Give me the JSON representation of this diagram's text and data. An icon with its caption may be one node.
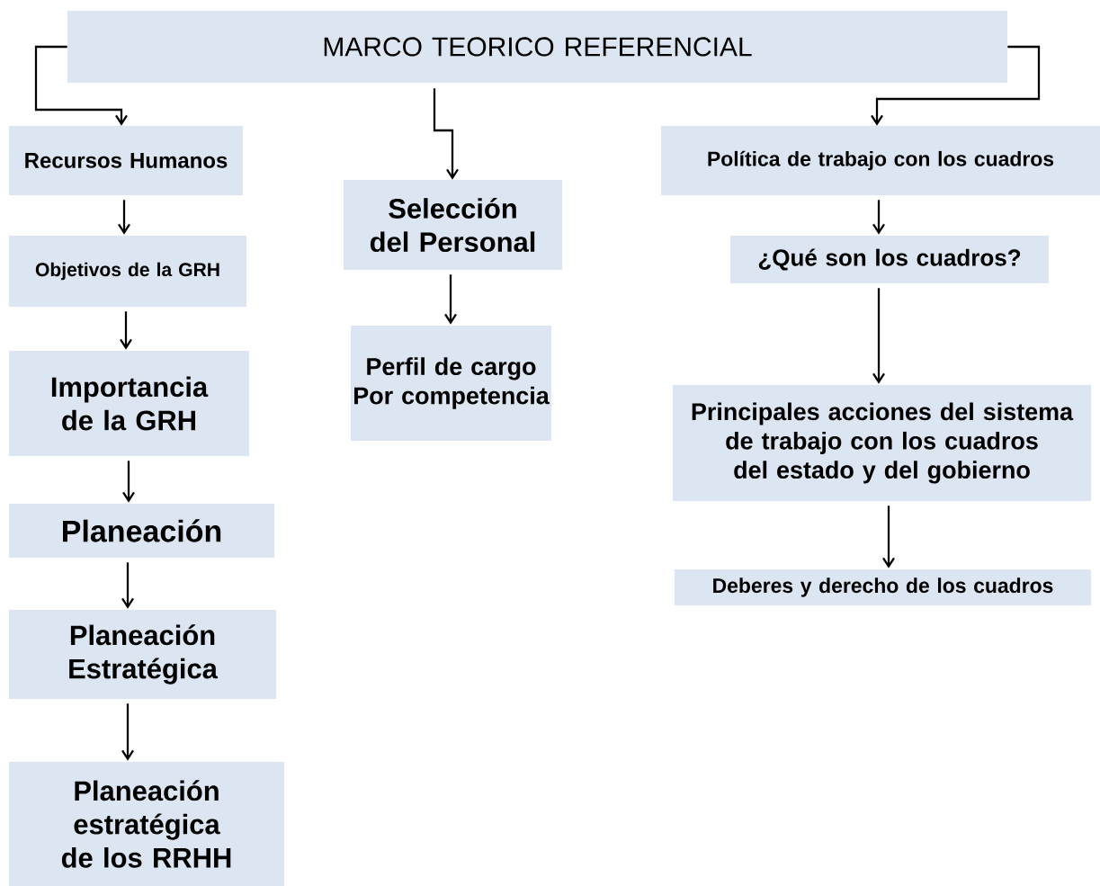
{
  "diagram": {
    "nodes": [
      {
        "text": [
          "MARCO TEORICO REFERENCIAL"
        ]
      },
      {
        "text": [
          "Recursos Humanos"
        ]
      },
      {
        "text": [
          "Objetivos de la GRH"
        ]
      },
      {
        "text": [
          "Importancia de la GRH"
        ]
      },
      {
        "text": [
          "Planeación"
        ]
      },
      {
        "text": [
          "Planeación Estratégica"
        ]
      },
      {
        "text": [
          "Planeación estratégica de los RRHH"
        ]
      },
      {
        "text": [
          "Selección del Personal"
        ]
      },
      {
        "text": [
          "Perfil de cargo Por competencia"
        ]
      },
      {
        "text": [
          "Política de trabajo con los cuadros"
        ]
      },
      {
        "text": [
          "¿Qué son los cuadros?"
        ]
      },
      {
        "text": [
          "Principales acciones del sistema de trabajo con los cuadros del estado y del gobierno"
        ]
      },
      {
        "text": [
          "Deberes y derecho de los cuadros"
        ]
      }
    ],
    "edges": [
      {
        "from": 0,
        "to": 1,
        "arrow": "to"
      },
      {
        "from": 0,
        "to": 7,
        "arrow": "to"
      },
      {
        "from": 0,
        "to": 9,
        "arrow": "to"
      },
      {
        "from": 1,
        "to": 2,
        "arrow": "to"
      },
      {
        "from": 2,
        "to": 3,
        "arrow": "to"
      },
      {
        "from": 3,
        "to": 4,
        "arrow": "to"
      },
      {
        "from": 4,
        "to": 5,
        "arrow": "to"
      },
      {
        "from": 5,
        "to": 6,
        "arrow": "to"
      },
      {
        "from": 7,
        "to": 8,
        "arrow": "to"
      },
      {
        "from": 9,
        "to": 10,
        "arrow": "to"
      },
      {
        "from": 10,
        "to": 11,
        "arrow": "to"
      },
      {
        "from": 11,
        "to": 12,
        "arrow": "to"
      }
    ]
  }
}
